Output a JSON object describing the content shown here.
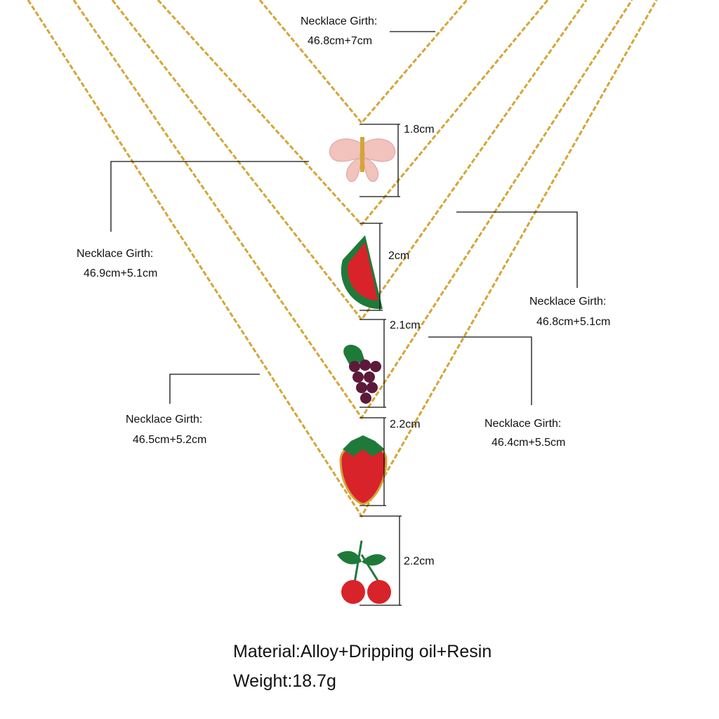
{
  "girths": [
    {
      "title": "Necklace Girth:",
      "value": "46.8cm+7cm"
    },
    {
      "title": "Necklace Girth:",
      "value": "46.9cm+5.1cm"
    },
    {
      "title": "Necklace Girth:",
      "value": "46.8cm+5.1cm"
    },
    {
      "title": "Necklace Girth:",
      "value": "46.5cm+5.2cm"
    },
    {
      "title": "Necklace Girth:",
      "value": "46.4cm+5.5cm"
    }
  ],
  "pendants": [
    {
      "name": "butterfly",
      "size": "1.8cm"
    },
    {
      "name": "watermelon",
      "size": "2cm"
    },
    {
      "name": "grapes",
      "size": "2.1cm"
    },
    {
      "name": "strawberry",
      "size": "2.2cm"
    },
    {
      "name": "cherry",
      "size": "2.2cm"
    }
  ],
  "specs": {
    "material": "Material:Alloy+Dripping oil+Resin",
    "weight": "Weight:18.7g"
  },
  "colors": {
    "gold": "#d4a537",
    "red": "#d8232a",
    "green": "#1f7a3a",
    "pink": "#f2c2bd",
    "purple": "#5c1a3a"
  }
}
